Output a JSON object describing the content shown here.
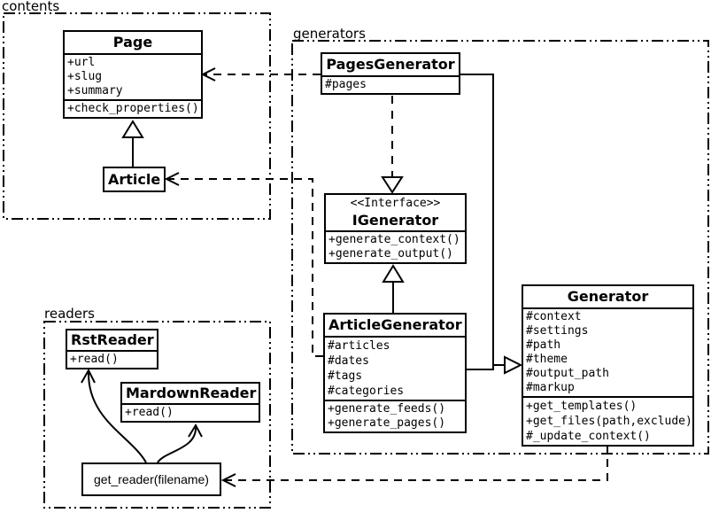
{
  "packages": {
    "contents": {
      "label": "contents"
    },
    "generators": {
      "label": "generators"
    },
    "readers": {
      "label": "readers"
    }
  },
  "classes": {
    "page": {
      "title": "Page",
      "attributes": [
        "+url",
        "+slug",
        "+summary"
      ],
      "methods": [
        "+check_properties()"
      ]
    },
    "article": {
      "title": "Article"
    },
    "pages_generator": {
      "title": "PagesGenerator",
      "attributes": [
        "#pages"
      ]
    },
    "igenerator": {
      "stereotype": "<<Interface>>",
      "title": "IGenerator",
      "methods": [
        "+generate_context()",
        "+generate_output()"
      ]
    },
    "article_generator": {
      "title": "ArticleGenerator",
      "attributes": [
        "#articles",
        "#dates",
        "#tags",
        "#categories"
      ],
      "methods": [
        "+generate_feeds()",
        "+generate_pages()"
      ]
    },
    "generator": {
      "title": "Generator",
      "attributes": [
        "#context",
        "#settings",
        "#path",
        "#theme",
        "#output_path",
        "#markup"
      ],
      "methods": [
        "+get_templates()",
        "+get_files(path,exclude)",
        "#_update_context()"
      ]
    },
    "rst_reader": {
      "title": "RstReader",
      "methods": [
        "+read()"
      ]
    },
    "mardown_reader": {
      "title": "MardownReader",
      "methods": [
        "+read()"
      ]
    }
  },
  "nodes": {
    "get_reader": {
      "label": "get_reader(filename)"
    }
  },
  "relationships": [
    {
      "from": "PagesGenerator",
      "to": "Page",
      "type": "dependency (dashed open arrow)"
    },
    {
      "from": "ArticleGenerator",
      "to": "Article",
      "type": "dependency (dashed open arrow)"
    },
    {
      "from": "PagesGenerator",
      "to": "IGenerator",
      "type": "realization (dashed, hollow triangle)"
    },
    {
      "from": "ArticleGenerator",
      "to": "IGenerator",
      "type": "generalization (hollow triangle)"
    },
    {
      "from": "Article",
      "to": "Page",
      "type": "generalization (hollow triangle)"
    },
    {
      "from": "PagesGenerator",
      "to": "Generator",
      "type": "generalization (hollow triangle)"
    },
    {
      "from": "ArticleGenerator",
      "to": "Generator",
      "type": "generalization (hollow triangle)"
    },
    {
      "from": "Generator",
      "to": "get_reader(filename)",
      "type": "dependency (dashed open arrow)"
    },
    {
      "from": "get_reader(filename)",
      "to": "RstReader",
      "type": "curved open arrow"
    },
    {
      "from": "get_reader(filename)",
      "to": "MardownReader",
      "type": "curved open arrow"
    }
  ],
  "colors": {
    "line": "#000000",
    "background": "#ffffff"
  }
}
